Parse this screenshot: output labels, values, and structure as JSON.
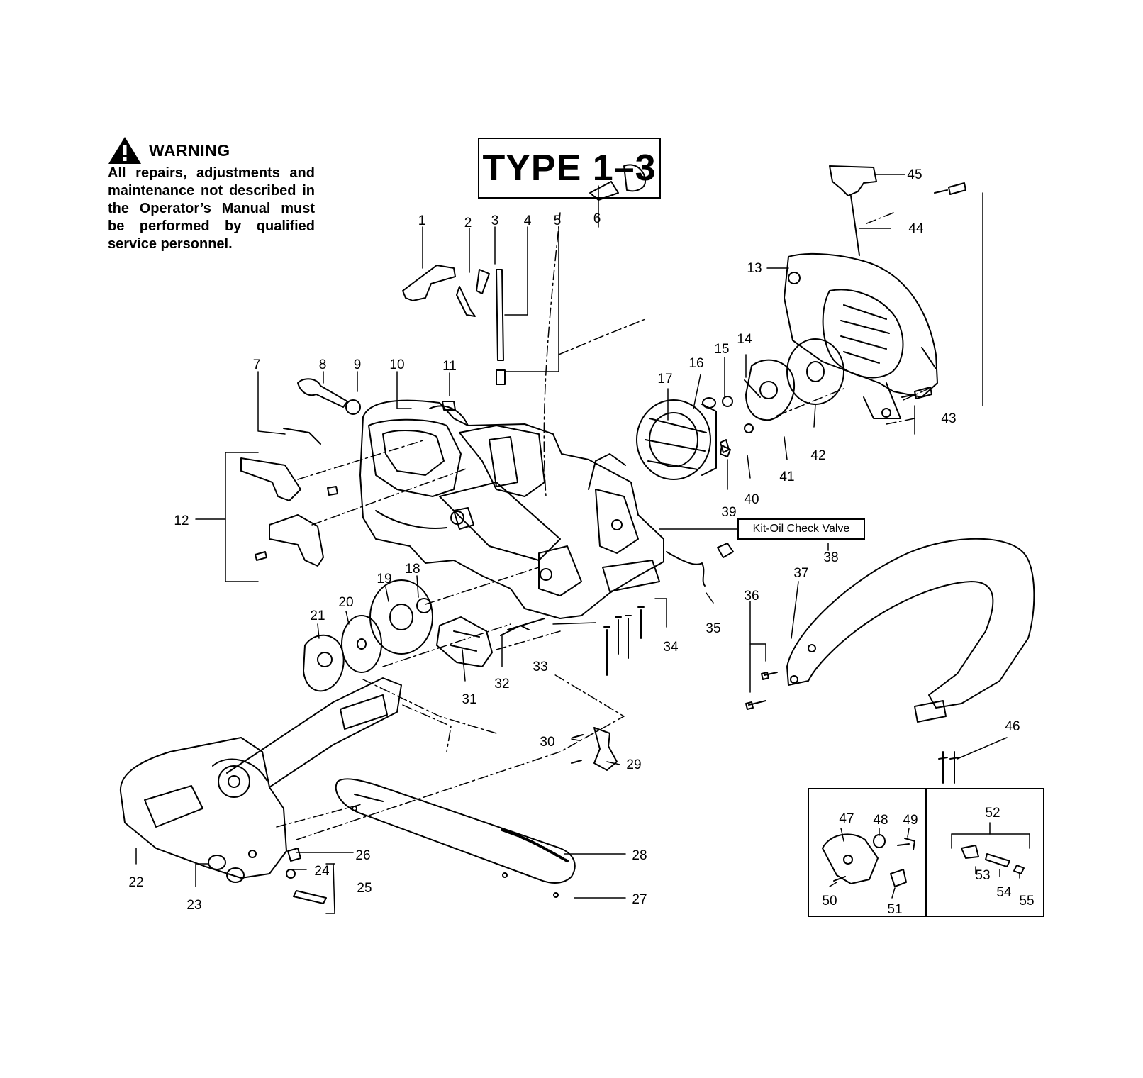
{
  "warning": {
    "title": "WARNING",
    "text": "All repairs, adjustments and maintenance not described in the Operator’s Manual must be performed by qualified service personnel."
  },
  "type_label": "TYPE 1–3",
  "kit_label": "Kit-Oil Check Valve",
  "callouts": [
    "1",
    "2",
    "3",
    "4",
    "5",
    "6",
    "7",
    "8",
    "9",
    "10",
    "11",
    "12",
    "13",
    "14",
    "15",
    "16",
    "17",
    "18",
    "19",
    "20",
    "21",
    "22",
    "23",
    "24",
    "25",
    "26",
    "27",
    "28",
    "29",
    "30",
    "31",
    "32",
    "33",
    "34",
    "35",
    "36",
    "37",
    "38",
    "39",
    "40",
    "41",
    "42",
    "43",
    "44",
    "45",
    "46",
    "47",
    "48",
    "49",
    "50",
    "51",
    "52",
    "53",
    "54",
    "55"
  ]
}
